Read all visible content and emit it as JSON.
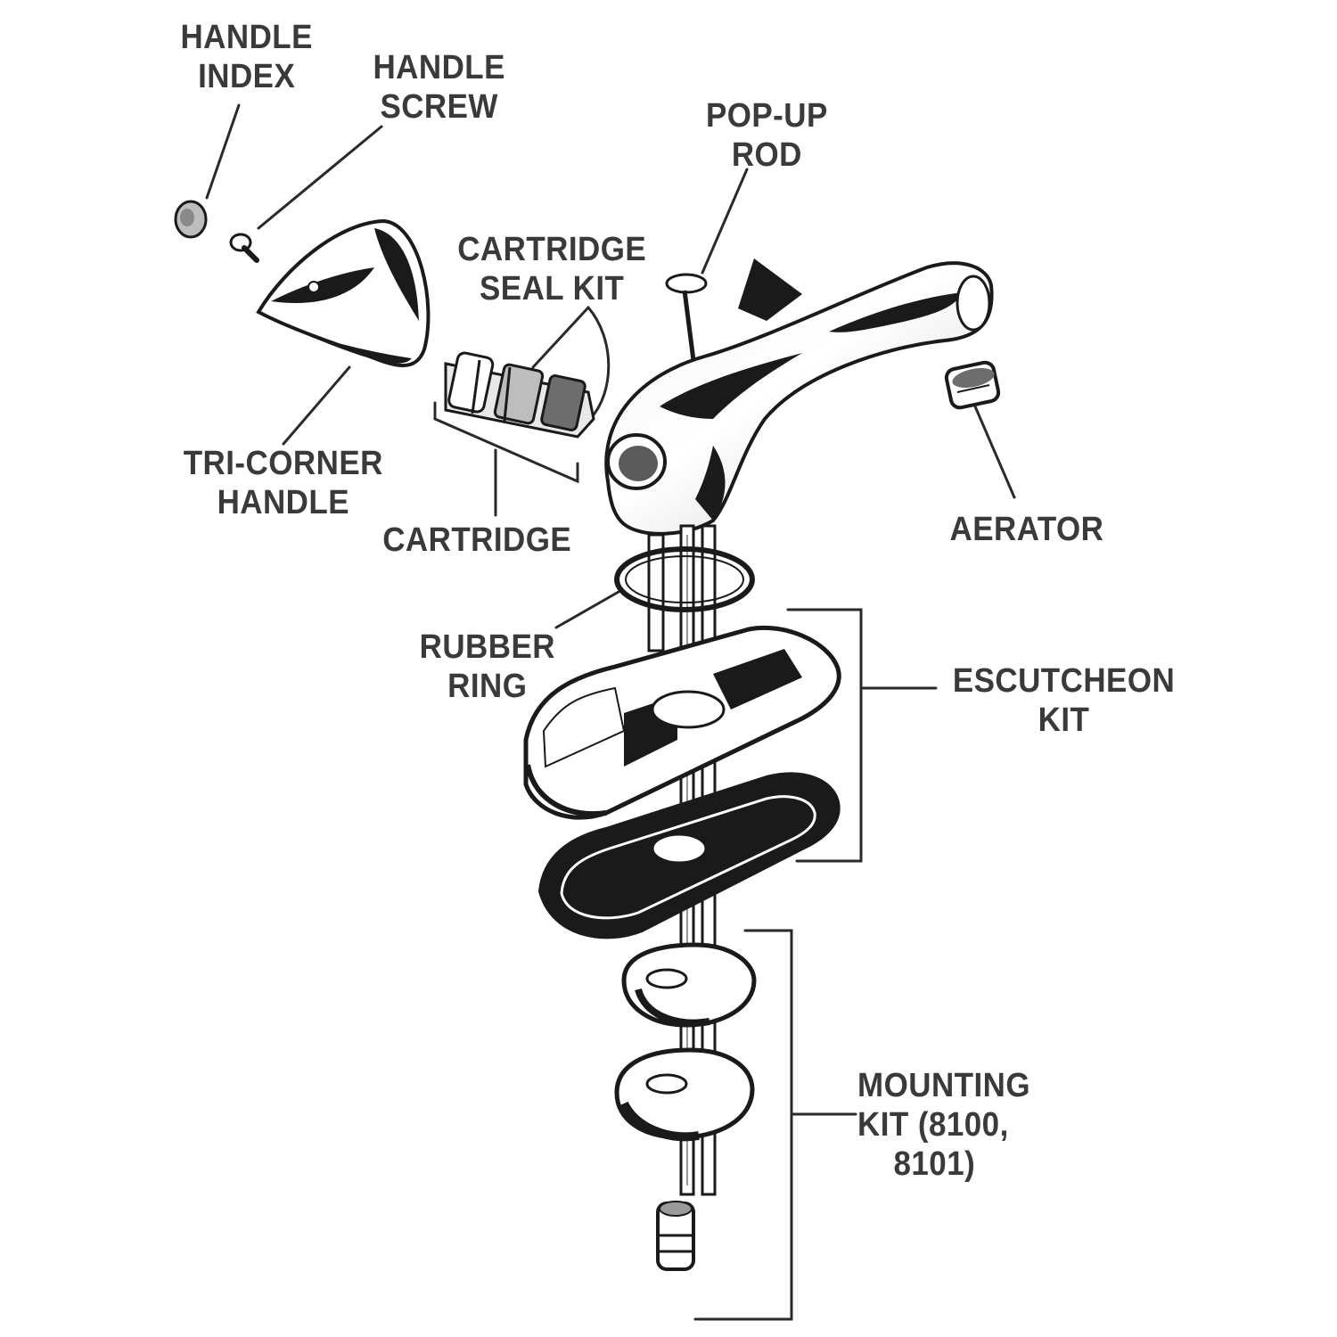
{
  "labels": {
    "handle_index": [
      "HANDLE",
      "INDEX"
    ],
    "handle_screw": [
      "HANDLE",
      "SCREW"
    ],
    "popup_rod": [
      "POP-UP",
      "ROD"
    ],
    "cartridge_seal_kit": [
      "CARTRIDGE",
      "SEAL KIT"
    ],
    "tri_corner_handle": [
      "TRI-CORNER",
      "HANDLE"
    ],
    "cartridge": "CARTRIDGE",
    "aerator": "AERATOR",
    "rubber_ring": [
      "RUBBER",
      "RING"
    ],
    "escutcheon_kit": [
      "ESCUTCHEON",
      "KIT"
    ],
    "mounting_kit": [
      "MOUNTING",
      "KIT (8100,",
      "8101)"
    ]
  },
  "colors": {
    "ink": "#1a1a1a",
    "label": "#3a3a3a",
    "background": "#ffffff"
  }
}
